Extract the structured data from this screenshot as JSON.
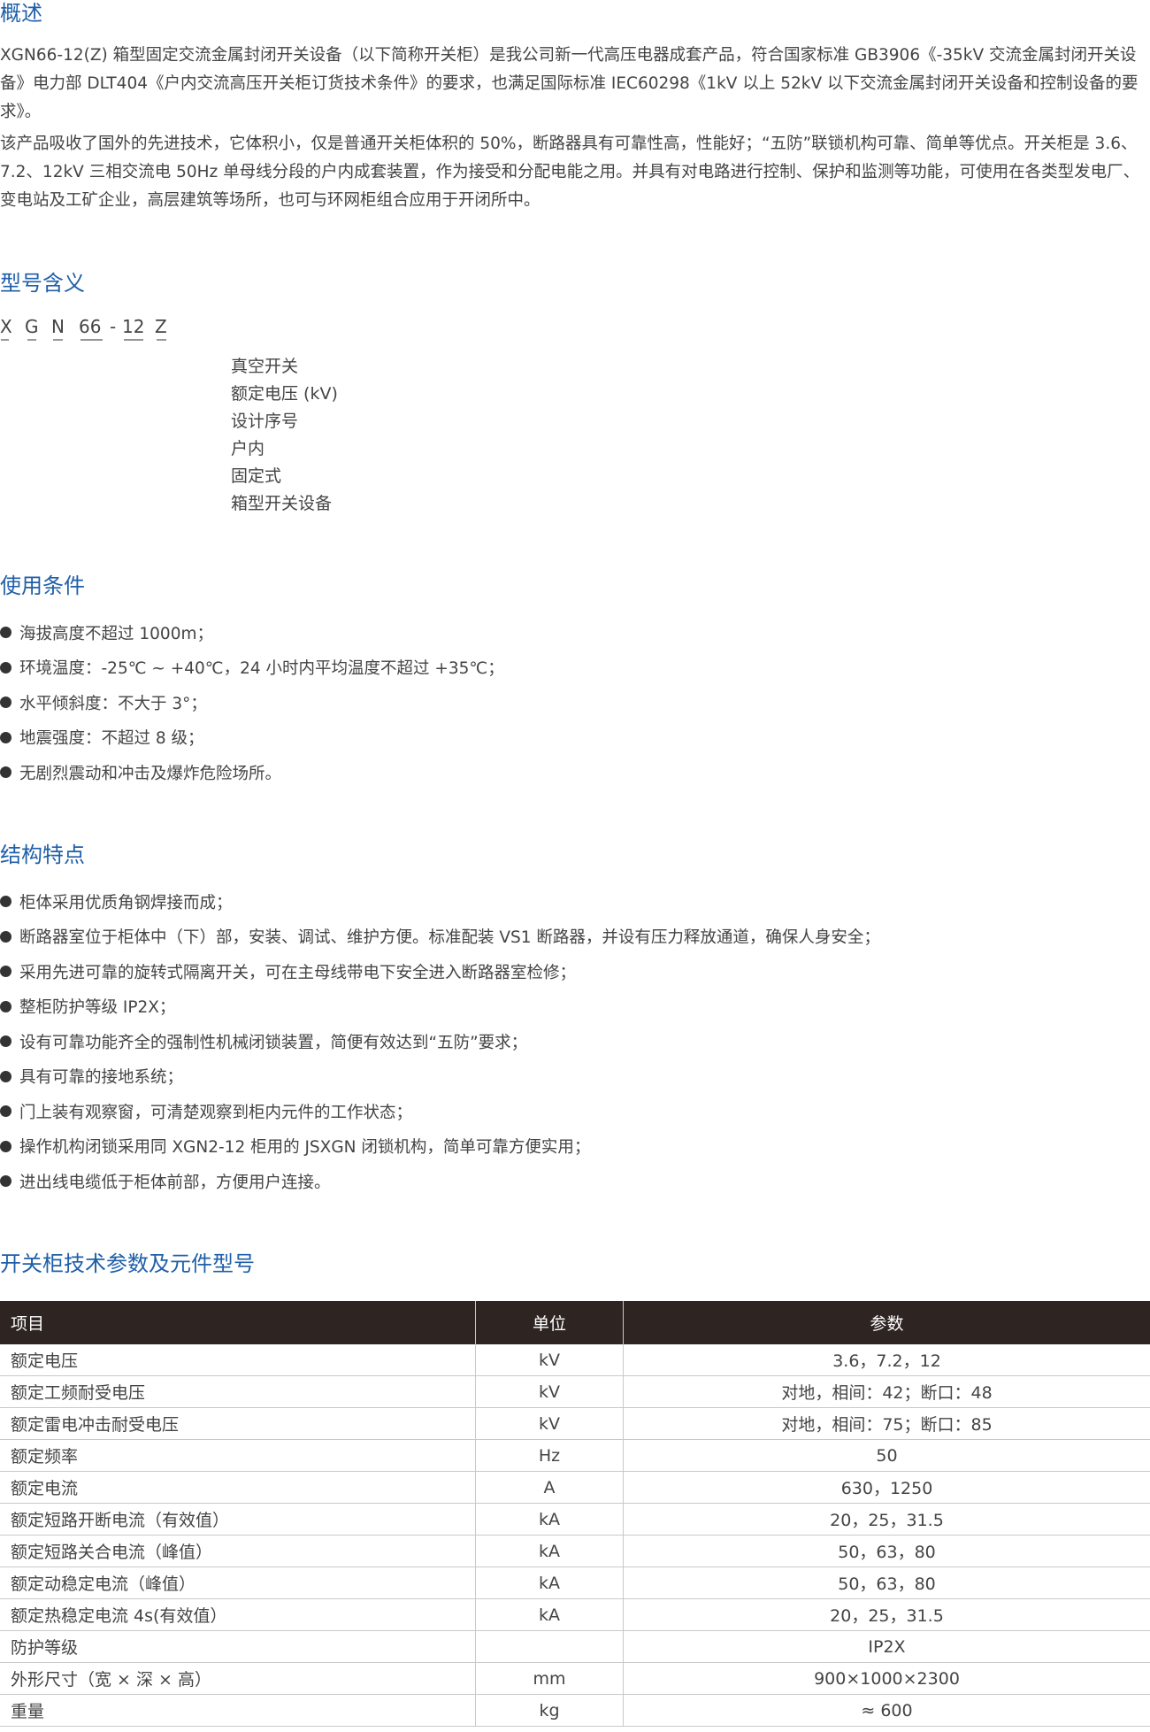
{
  "overview": {
    "title": "概述",
    "paragraph1": "XGN66-12(Z) 箱型固定交流金属封闭开关设备（以下简称开关柜）是我公司新一代高压电器成套产品，符合国家标准 GB3906《-35kV 交流金属封闭开关设备》电力部 DLT404《户内交流高压开关柜订货技术条件》的要求，也满足国际标准 IEC60298《1kV 以上 52kV 以下交流金属封闭开关设备和控制设备的要求》。",
    "paragraph2": "该产品吸收了国外的先进技术，它体积小，仅是普通开关柜体积的 50%，断路器具有可靠性高，性能好；“五防”联锁机构可靠、简单等优点。开关柜是 3.6、7.2、12kV 三相交流电 50Hz 单母线分段的户内成套装置，作为接受和分配电能之用。并具有对电路进行控制、保护和监测等功能，可使用在各类型发电厂、变电站及工矿企业，高层建筑等场所，也可与环网柜组合应用于开闭所中。"
  },
  "model": {
    "title": "型号含义",
    "code_parts": [
      "X",
      "G",
      "N",
      "66",
      "-",
      "12",
      "Z"
    ],
    "labels": [
      "真空开关",
      "额定电压 (kV)",
      "设计序号",
      "户内",
      "固定式",
      "箱型开关设备"
    ]
  },
  "conditions": {
    "title": "使用条件",
    "items": [
      "海拔高度不超过 1000m；",
      "环境温度：-25℃ ~ +40℃，24 小时内平均温度不超过 +35℃；",
      "水平倾斜度：不大于 3°；",
      "地震强度：不超过 8 级；",
      "无剧烈震动和冲击及爆炸危险场所。"
    ]
  },
  "features": {
    "title": "结构特点",
    "items": [
      "柜体采用优质角钢焊接而成；",
      "断路器室位于柜体中（下）部，安装、调试、维护方便。标准配装 VS1 断路器，并设有压力释放通道，确保人身安全；",
      "采用先进可靠的旋转式隔离开关，可在主母线带电下安全进入断路器室检修；",
      "整柜防护等级 IP2X；",
      "设有可靠功能齐全的强制性机械闭锁装置，简便有效达到“五防”要求；",
      "具有可靠的接地系统；",
      "门上装有观察窗，可清楚观察到柜内元件的工作状态；",
      "操作机构闭锁采用同 XGN2-12 柜用的 JSXGN 闭锁机构，简单可靠方便实用；",
      "进出线电缆低于柜体前部，方便用户连接。"
    ]
  },
  "specs": {
    "title": "开关柜技术参数及元件型号",
    "headers": [
      "项目",
      "单位",
      "参数"
    ],
    "rows": [
      [
        "额定电压",
        "kV",
        "3.6，7.2，12"
      ],
      [
        "额定工频耐受电压",
        "kV",
        "对地，相间：42；断口：48"
      ],
      [
        "额定雷电冲击耐受电压",
        "kV",
        "对地，相间：75；断口：85"
      ],
      [
        "额定频率",
        "Hz",
        "50"
      ],
      [
        "额定电流",
        "A",
        "630，1250"
      ],
      [
        "额定短路开断电流（有效值）",
        "kA",
        "20，25，31.5"
      ],
      [
        "额定短路关合电流（峰值）",
        "kA",
        "50，63，80"
      ],
      [
        "额定动稳定电流（峰值）",
        "kA",
        "50，63，80"
      ],
      [
        "额定热稳定电流 4s(有效值）",
        "kA",
        "20，25，31.5"
      ],
      [
        "防护等级",
        "",
        "IP2X"
      ],
      [
        "外形尺寸（宽 × 深 × 高）",
        "mm",
        "900×1000×2300"
      ],
      [
        "重量",
        "kg",
        "≈ 600"
      ]
    ]
  }
}
